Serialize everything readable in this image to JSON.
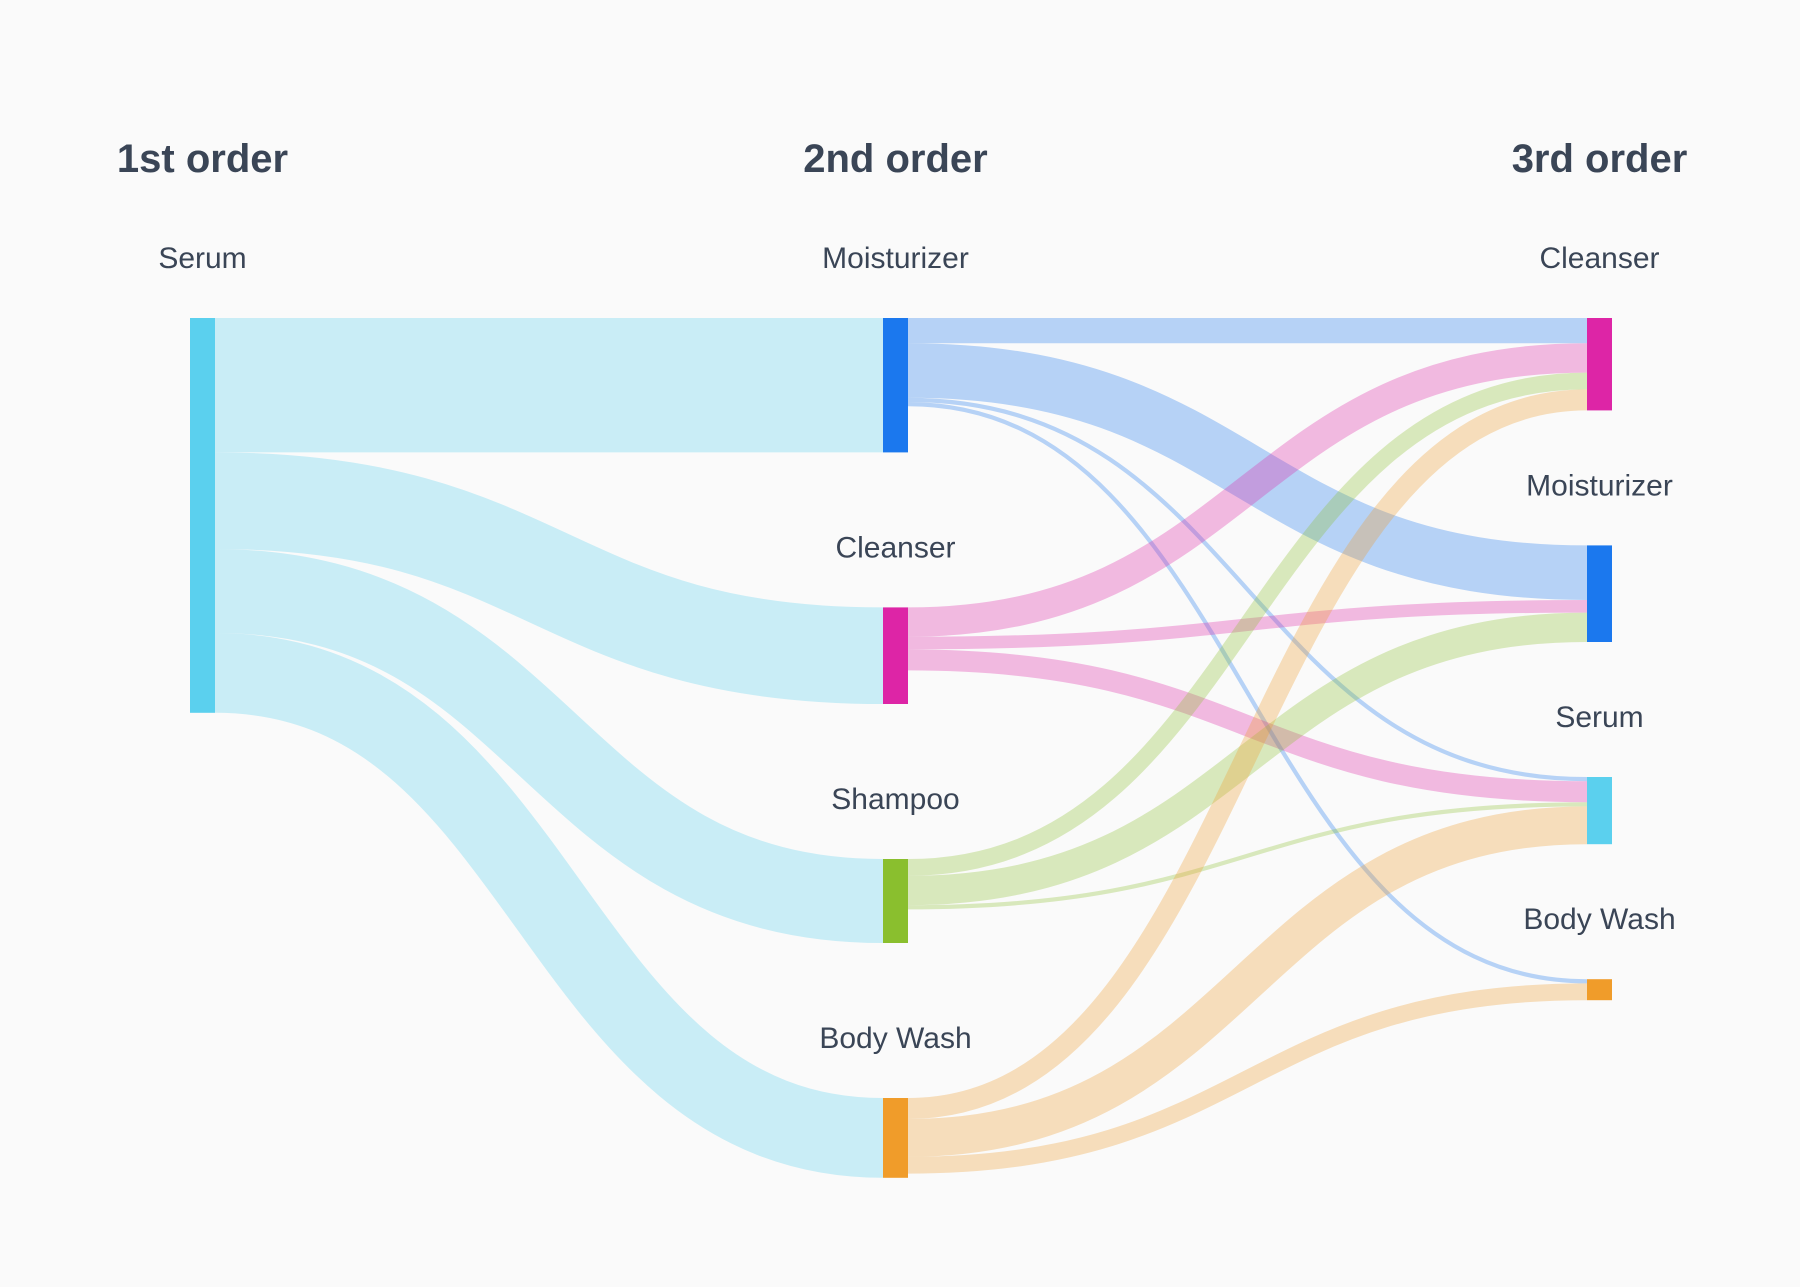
{
  "chart_data": {
    "type": "sankey",
    "columns": [
      {
        "title": "1st order",
        "nodes": [
          {
            "id": "c0-serum",
            "label": "Serum",
            "color": "#5bd0ee"
          }
        ]
      },
      {
        "title": "2nd order",
        "nodes": [
          {
            "id": "c1-moisturizer",
            "label": "Moisturizer",
            "color": "#1b78ee"
          },
          {
            "id": "c1-cleanser",
            "label": "Cleanser",
            "color": "#dd25a6"
          },
          {
            "id": "c1-shampoo",
            "label": "Shampoo",
            "color": "#8abf2e"
          },
          {
            "id": "c1-bodywash",
            "label": "Body Wash",
            "color": "#f09c2a"
          }
        ]
      },
      {
        "title": "3rd order",
        "nodes": [
          {
            "id": "c2-cleanser",
            "label": "Cleanser",
            "color": "#dd25a6"
          },
          {
            "id": "c2-moisturizer",
            "label": "Moisturizer",
            "color": "#1b78ee"
          },
          {
            "id": "c2-serum",
            "label": "Serum",
            "color": "#5bd0ee"
          },
          {
            "id": "c2-bodywash",
            "label": "Body Wash",
            "color": "#f09c2a"
          }
        ]
      }
    ],
    "links": [
      {
        "source": "c0-serum",
        "target": "c1-moisturizer",
        "value": 32
      },
      {
        "source": "c0-serum",
        "target": "c1-cleanser",
        "value": 23
      },
      {
        "source": "c0-serum",
        "target": "c1-shampoo",
        "value": 20
      },
      {
        "source": "c0-serum",
        "target": "c1-bodywash",
        "value": 19
      },
      {
        "source": "c1-moisturizer",
        "target": "c2-cleanser",
        "value": 6
      },
      {
        "source": "c1-moisturizer",
        "target": "c2-moisturizer",
        "value": 13
      },
      {
        "source": "c1-moisturizer",
        "target": "c2-serum",
        "value": 1
      },
      {
        "source": "c1-moisturizer",
        "target": "c2-bodywash",
        "value": 1
      },
      {
        "source": "c1-cleanser",
        "target": "c2-cleanser",
        "value": 7
      },
      {
        "source": "c1-cleanser",
        "target": "c2-moisturizer",
        "value": 3
      },
      {
        "source": "c1-cleanser",
        "target": "c2-serum",
        "value": 5
      },
      {
        "source": "c1-shampoo",
        "target": "c2-cleanser",
        "value": 4
      },
      {
        "source": "c1-shampoo",
        "target": "c2-moisturizer",
        "value": 7
      },
      {
        "source": "c1-shampoo",
        "target": "c2-serum",
        "value": 1
      },
      {
        "source": "c1-bodywash",
        "target": "c2-cleanser",
        "value": 5
      },
      {
        "source": "c1-bodywash",
        "target": "c2-serum",
        "value": 9
      },
      {
        "source": "c1-bodywash",
        "target": "c2-bodywash",
        "value": 4
      }
    ]
  }
}
